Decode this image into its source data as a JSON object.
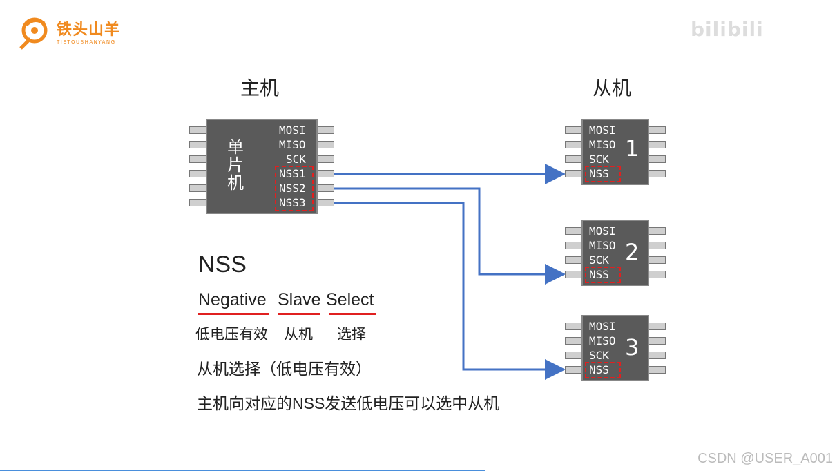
{
  "logo": {
    "cn": "铁头山羊",
    "en": "TIETOUSHANYANG"
  },
  "watermark": "bilibili",
  "master": {
    "heading": "主机",
    "name_chars": [
      "单",
      "片",
      "机"
    ],
    "pins": [
      "MOSI",
      "MISO",
      "SCK",
      "NSS1",
      "NSS2",
      "NSS3"
    ]
  },
  "slave_heading": "从机",
  "slaves": [
    {
      "number": "1",
      "pins": [
        "MOSI",
        "MISO",
        "SCK",
        "NSS"
      ]
    },
    {
      "number": "2",
      "pins": [
        "MOSI",
        "MISO",
        "SCK",
        "NSS"
      ]
    },
    {
      "number": "3",
      "pins": [
        "MOSI",
        "MISO",
        "SCK",
        "NSS"
      ]
    }
  ],
  "notes": {
    "title": "NSS",
    "expansion": {
      "w1": "Negative",
      "w2": "Slave",
      "w3": "Select"
    },
    "meanings": {
      "m1": "低电压有效",
      "m2": "从机",
      "m3": "选择"
    },
    "line1": "从机选择（低电压有效）",
    "line2": "主机向对应的NSS发送低电压可以选中从机"
  },
  "footer": "CSDN @USER_A001",
  "colors": {
    "wire": "#4472c4",
    "highlight": "#e02020",
    "chip": "#5a5a5a",
    "logo": "#f08a1f"
  }
}
